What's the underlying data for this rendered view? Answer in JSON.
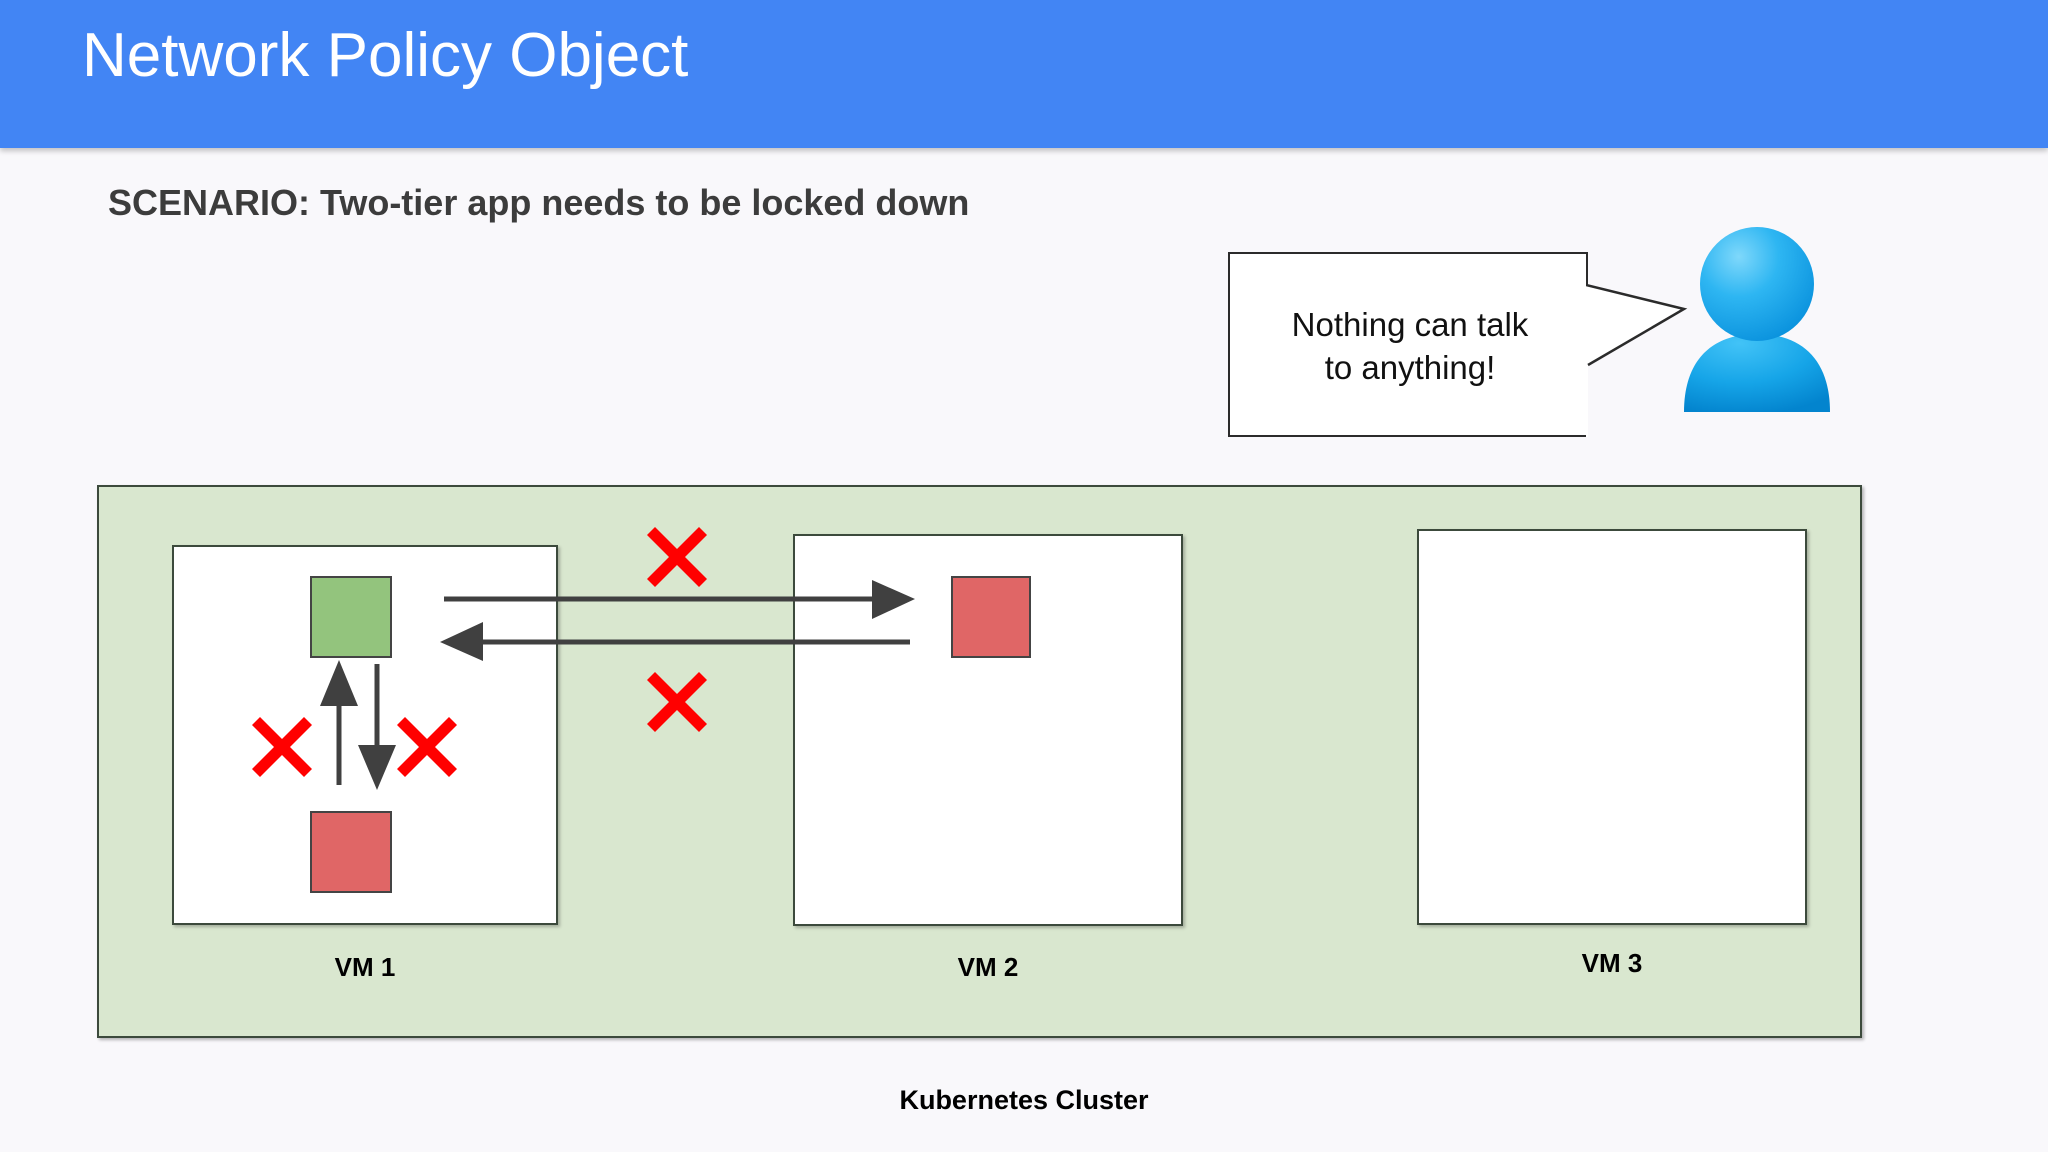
{
  "slide": {
    "header": {
      "title": "Network Policy Object",
      "background_color": "#4285f4",
      "text_color": "#ffffff"
    },
    "scenario": {
      "text": "SCENARIO: Two-tier app needs to be locked down",
      "color": "#3c3c3c"
    },
    "speech_bubble": {
      "line1": "Nothing can talk",
      "line2": "to anything!",
      "border_color": "#2b2b2b",
      "fill_color": "#ffffff"
    },
    "avatar": {
      "icon": "person-icon",
      "color_light": "#4fc3f7",
      "color_dark": "#0288d1"
    },
    "cluster": {
      "caption": "Kubernetes Cluster",
      "fill_color": "#d9e7cf",
      "border_color": "#3c4a3c",
      "vms": [
        {
          "label": "VM 1",
          "pods": [
            {
              "name": "pod-green",
              "color": "#93c47d"
            },
            {
              "name": "pod-red",
              "color": "#e06666"
            }
          ]
        },
        {
          "label": "VM 2",
          "pods": [
            {
              "name": "pod-red",
              "color": "#e06666"
            }
          ]
        },
        {
          "label": "VM 3",
          "pods": []
        }
      ]
    },
    "connections": {
      "arrow_color": "#404040",
      "blocked_marker_color": "#ff0000",
      "blocked_markers": [
        {
          "name": "blocked-vm1-intra-left"
        },
        {
          "name": "blocked-vm1-intra-right"
        },
        {
          "name": "blocked-vm1-to-vm2-upper"
        },
        {
          "name": "blocked-vm1-to-vm2-lower"
        }
      ],
      "arrows": [
        {
          "name": "vm1-pod-red-to-pod-green",
          "direction": "up"
        },
        {
          "name": "vm1-pod-green-to-pod-red",
          "direction": "down"
        },
        {
          "name": "vm1-to-vm2",
          "direction": "right"
        },
        {
          "name": "vm2-to-vm1",
          "direction": "left"
        }
      ]
    }
  }
}
